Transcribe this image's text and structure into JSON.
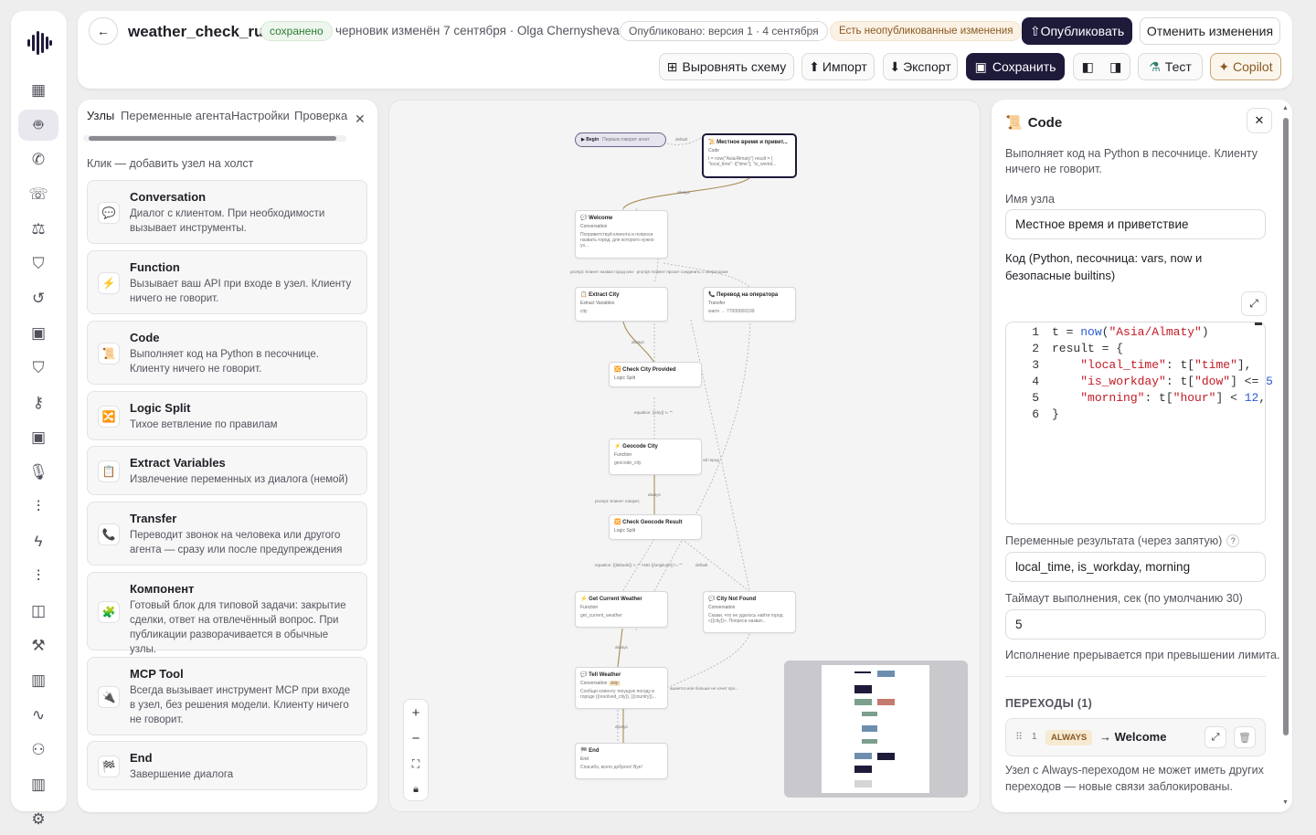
{
  "header": {
    "agent_name": "weather_check_ru",
    "saved_badge": "сохранено",
    "draft_info": "черновик изменён 7 сентября · Olga Chernysheva",
    "published_badge": "Опубликовано: версия 1 · 4 сентября",
    "unpublished_badge": "Есть неопубликованные изменения",
    "publish_label": "⇧Опубликовать",
    "discard_label": "Отменить изменения",
    "toolbar": {
      "align": "Выровнять схему",
      "import": "Импорт",
      "export": "Экспорт",
      "save": "Сохранить",
      "test": "Тест",
      "copilot": "✦ Copilot"
    }
  },
  "sidebar": {
    "icons": [
      "grid-icon",
      "bot-icon",
      "phone-icon",
      "phone-forward-icon",
      "scales-icon",
      "shield-icon",
      "history-icon",
      "chip-icon",
      "shield-alert-icon",
      "key-icon",
      "cpu-icon",
      "mic-icon",
      "waveform-icon",
      "bolt-icon",
      "audio-wave-icon",
      "panel-icon",
      "wrench-icon",
      "library-icon",
      "activity-icon",
      "users-icon",
      "books-icon",
      "settings-icon"
    ]
  },
  "left_panel": {
    "tabs": [
      "Узлы",
      "Переменные агента",
      "Настройки",
      "Проверка"
    ],
    "hint": "Клик — добавить узел на холст",
    "nodes": [
      {
        "icon": "💬",
        "title": "Conversation",
        "desc": "Диалог с клиентом. При необходимости вызывает инструменты."
      },
      {
        "icon": "⚡",
        "title": "Function",
        "desc": "Вызывает ваш API при входе в узел. Клиенту ничего не говорит."
      },
      {
        "icon": "📜",
        "title": "Code",
        "desc": "Выполняет код на Python в песочнице. Клиенту ничего не говорит."
      },
      {
        "icon": "🔀",
        "title": "Logic Split",
        "desc": "Тихое ветвление по правилам"
      },
      {
        "icon": "📋",
        "title": "Extract Variables",
        "desc": "Извлечение переменных из диалога (немой)"
      },
      {
        "icon": "📞",
        "title": "Transfer",
        "desc": "Переводит звонок на человека или другого агента — сразу или после предупреждения"
      },
      {
        "icon": "🧩",
        "title": "Компонент",
        "desc": "Готовый блок для типовой задачи: закрытие сделки, ответ на отвлечённый вопрос. При публикации разворачивается в обычные узлы."
      },
      {
        "icon": "🔌",
        "title": "MCP Tool",
        "desc": "Всегда вызывает инструмент MCP при входе в узел, без решения модели. Клиенту ничего не говорит."
      },
      {
        "icon": "🏁",
        "title": "End",
        "desc": "Завершение диалога"
      }
    ]
  },
  "canvas": {
    "begin": {
      "title": "Begin",
      "sub": "Первым говорит агент",
      "edge": "default"
    },
    "nodes": [
      {
        "id": "code",
        "title": "Местное время и привет...",
        "type": "Code",
        "body": "t = now(\"Asia/Almaty\") result = { \"local_time\": t[\"time\"], \"is_workd..."
      },
      {
        "id": "welcome",
        "title": "Welcome",
        "type": "Conversation",
        "body": "Поприветствуй клиента и попроси назвать город, для которого нужно уз..."
      },
      {
        "id": "extract",
        "title": "Extract City",
        "type": "Extract Variables",
        "body": "city"
      },
      {
        "id": "transfer",
        "title": "Перевод на оператора",
        "type": "Transfer",
        "body": "warm → 77000000199"
      },
      {
        "id": "check_city",
        "title": "Check City Provided",
        "type": "Logic Split",
        "body": ""
      },
      {
        "id": "geocode",
        "title": "Geocode City",
        "type": "Function",
        "body": "geocode_city"
      },
      {
        "id": "check_geo",
        "title": "Check Geocode Result",
        "type": "Logic Split",
        "body": ""
      },
      {
        "id": "weather",
        "title": "Get Current Weather",
        "type": "Function",
        "body": "get_current_weather"
      },
      {
        "id": "notfound",
        "title": "City Not Found",
        "type": "Conversation",
        "body": "Скажи, что не удалось найти город «{{city}}». Попроси назват..."
      },
      {
        "id": "tell",
        "title": "Tell Weather",
        "type": "Conversation",
        "badge": "skip",
        "body": "Сообщи клиенту текущую погоду в городе {{resolved_city}}, {{country}}..."
      },
      {
        "id": "end",
        "title": "End",
        "type": "End",
        "body": "Спасибо, всего доброго! Bye!"
      }
    ],
    "edge_labels": {
      "always": "always",
      "welcome_prompts": "prompt: Клиент назвал город или · prompt: Клиент просит соединить с оператором",
      "city_eq": "equation: {{city}} != \"\"",
      "prompt_city": "prompt: Клиент говорит,",
      "geo_eq": "equation: {{latitude}} != \"\" AND {{longitude}} != \"\"",
      "default": "default",
      "other_city": "ой город",
      "no_more": "ашается или больше не хочет про..."
    }
  },
  "right_panel": {
    "title": "Code",
    "description": "Выполняет код на Python в песочнице. Клиенту ничего не говорит.",
    "name_label": "Имя узла",
    "name_value": "Местное время и приветствие",
    "code_label": "Код (Python, песочница: vars, now и безопасные builtins)",
    "code_lines": [
      {
        "n": "1",
        "text": "t = now(\"Asia/Almaty\")"
      },
      {
        "n": "2",
        "text": "result = {"
      },
      {
        "n": "3",
        "text": "    \"local_time\": t[\"time\"],"
      },
      {
        "n": "4",
        "text": "    \"is_workday\": t[\"dow\"] <= 5"
      },
      {
        "n": "5",
        "text": "    \"morning\": t[\"hour\"] < 12,"
      },
      {
        "n": "6",
        "text": "}"
      }
    ],
    "result_label": "Переменные результата (через запятую)",
    "result_value": "local_time, is_workday, morning",
    "timeout_label": "Таймаут выполнения, сек (по умолчанию 30)",
    "timeout_value": "5",
    "timeout_hint": "Исполнение прерывается при превышении лимита.",
    "transitions_header": "ПЕРЕХОДЫ (1)",
    "transition": {
      "index": "1",
      "kind": "ALWAYS",
      "target": "→ Welcome"
    },
    "transition_note": "Узел с Always-переходом не может иметь других переходов — новые связи заблокированы."
  }
}
